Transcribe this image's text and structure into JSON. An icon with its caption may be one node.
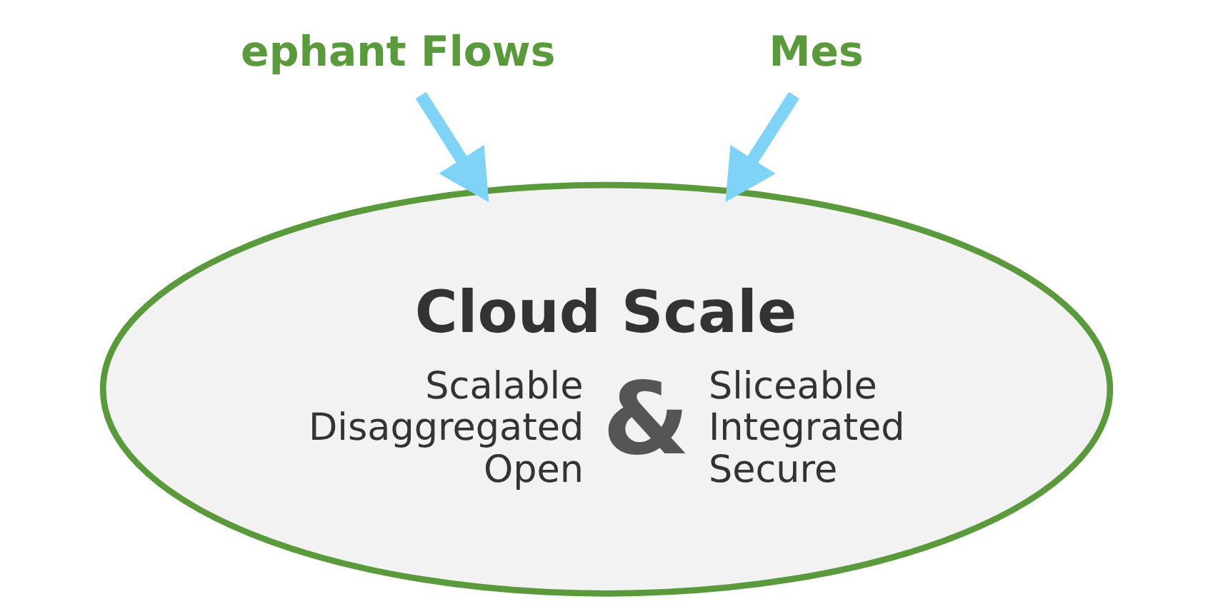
{
  "diagram": {
    "nodes": [
      {
        "text": [
          "ephant Flows"
        ]
      },
      {
        "text": [
          "Mes"
        ]
      },
      {
        "text": [
          "Cloud Scale",
          "Scalable Disaggregated Open",
          "&",
          "Sliceable Integrated Secure"
        ]
      }
    ],
    "edges": [
      {
        "from": 0,
        "to": 2,
        "arrow": "to",
        "color": "#7fd3f7"
      },
      {
        "from": 1,
        "to": 2,
        "arrow": "to",
        "color": "#7fd3f7"
      }
    ]
  }
}
